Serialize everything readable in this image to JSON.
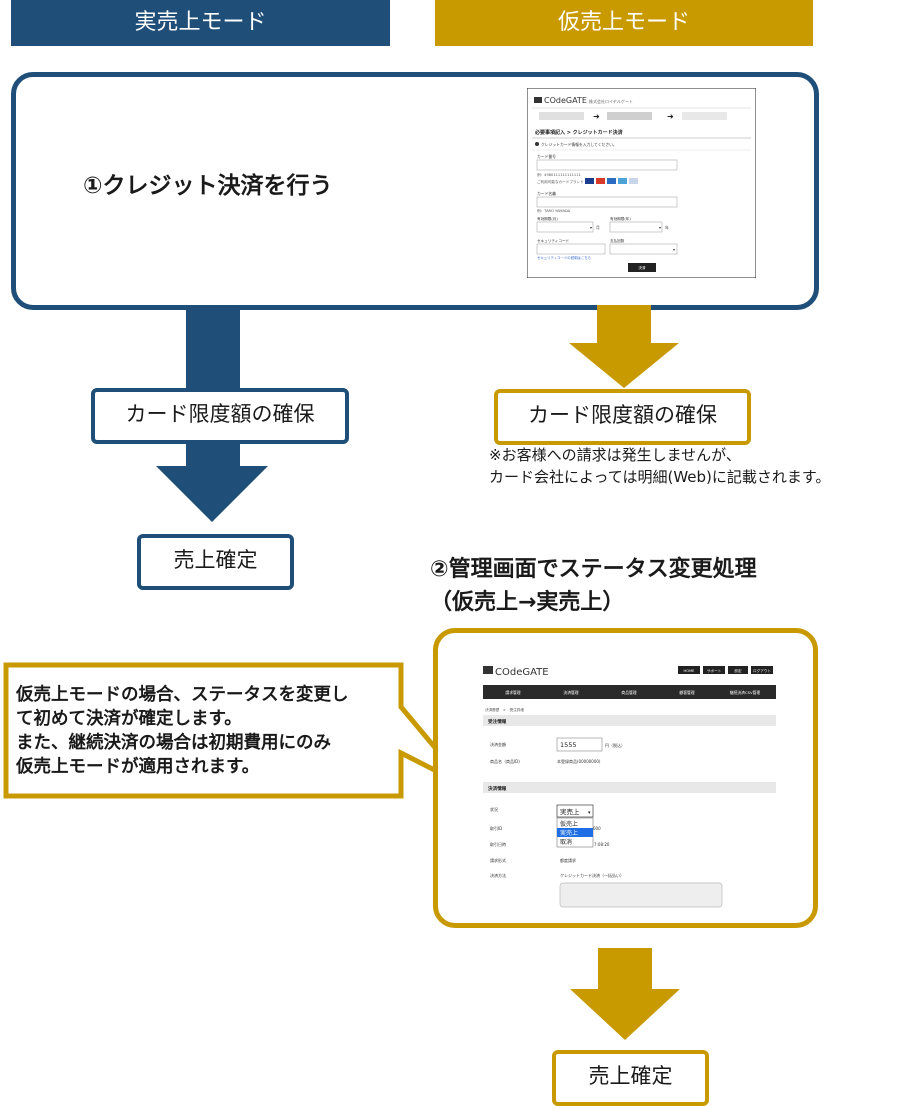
{
  "header": {
    "left_label": "実売上モード",
    "right_label": "仮売上モード"
  },
  "step1": {
    "label": "①クレジット決済を行う"
  },
  "mini_form": {
    "logo": "COdeGATE",
    "company": "株式会社ロイヤルゲート",
    "section_title": "必要事項記入 > クレジットカード決済",
    "instruction": "クレジットカード情報を入力してください。",
    "card_number_label": "カード番号",
    "card_number_example": "例：4980111111111111",
    "brand_label": "ご利用可能なカードブランド",
    "card_name_label": "カード名義",
    "card_name_example": "例：TARO YAMADA",
    "exp_month_label": "有効期限(月)",
    "exp_year_label": "有効期限(年)",
    "month_unit": "月",
    "year_unit": "年",
    "security_label": "セキュリティコード",
    "pay_count_label": "支払回数",
    "security_link": "セキュリティコードの説明はこちら",
    "submit_label": "決済"
  },
  "flow_left": {
    "hold_label": "カード限度額の確保",
    "confirm_label": "売上確定"
  },
  "flow_right": {
    "hold_label": "カード限度額の確保",
    "note_line1": "※お客様への請求は発生しませんが、",
    "note_line2": "カード会社によっては明細(Web)に記載されます。",
    "confirm_label": "売上確定"
  },
  "step2": {
    "line1": "②管理画面でステータス変更処理",
    "line2": "（仮売上→実売上）"
  },
  "callout": {
    "line1": "仮売上モードの場合、ステータスを変更し",
    "line2": "て初めて決済が確定します。",
    "line3": "また、継続決済の場合は初期費用にのみ",
    "line4": "仮売上モードが適用されます。"
  },
  "admin_screen": {
    "logo": "COdeGATE",
    "top_buttons": [
      "HOME",
      "サポート",
      "設定",
      "ログアウト"
    ],
    "nav": [
      "請求管理",
      "決済管理",
      "商品管理",
      "顧客管理",
      "継続決済CSV管理"
    ],
    "breadcrumb": "決済履歴　>　受注詳細",
    "order_section": "受注情報",
    "amount_label": "決済金額",
    "amount_value": "1555",
    "amount_unit": "円（税込）",
    "product_label": "商品名（商品ID)",
    "product_value": "本登録商品(00000000)",
    "payment_section": "決済情報",
    "status_label": "状況",
    "status_selected": "実売上",
    "status_options": [
      "仮売上",
      "実売上",
      "取消"
    ],
    "txn_id_label": "取引ID",
    "txn_id_value": "000",
    "txn_date_label": "取引日時",
    "txn_date_value": "7:08:20",
    "billing_label": "請求形式",
    "billing_value": "都度請求",
    "method_label": "決済方法",
    "method_value": "クレジットカード決済（一括払い）"
  },
  "colors": {
    "navy": "#1f4e79",
    "gold": "#c89a00"
  }
}
